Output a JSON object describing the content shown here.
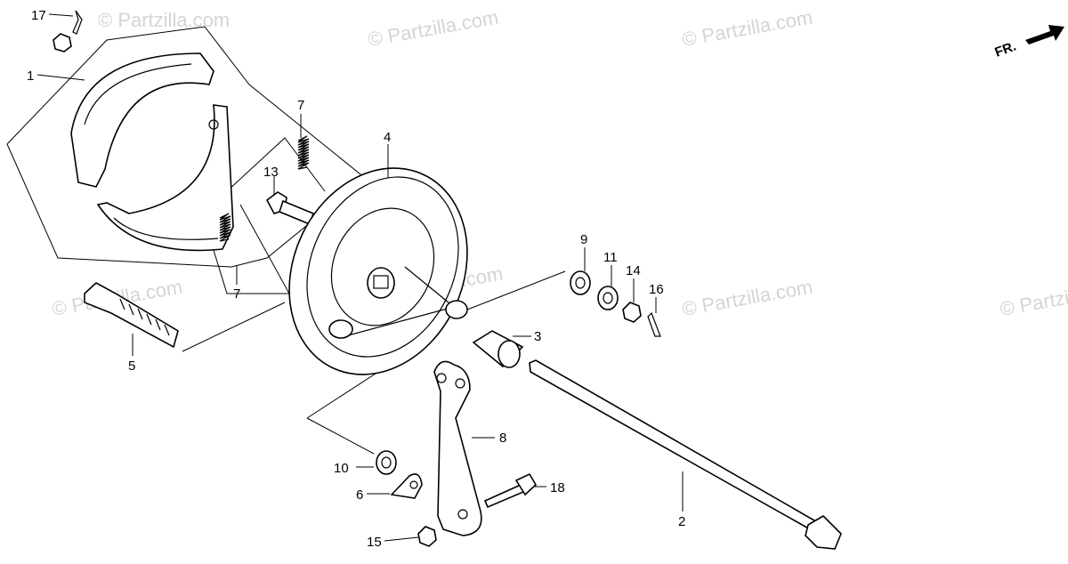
{
  "watermark": "© Partzilla.com",
  "direction_marker": "FR.",
  "callouts": {
    "c1": "1",
    "c2": "2",
    "c3": "3",
    "c4": "4",
    "c5": "5",
    "c6": "6",
    "c7a": "7",
    "c7b": "7",
    "c8": "8",
    "c9": "9",
    "c10": "10",
    "c11": "11",
    "c13": "13",
    "c14": "14",
    "c15": "15",
    "c16": "16",
    "c17": "17",
    "c18": "18"
  }
}
